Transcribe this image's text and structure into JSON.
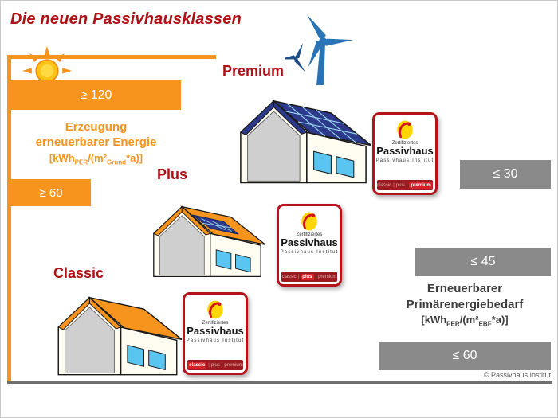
{
  "title": "Die neuen Passivhausklassen",
  "colors": {
    "accent_orange": "#f7941d",
    "accent_dark_red": "#b01116",
    "bar_gray": "#8a8a8a",
    "solar_blue": "#2d3a8c",
    "window_blue": "#5bc5f2",
    "turbine_blue": "#2a74b5"
  },
  "left_axis": {
    "bars": [
      {
        "label": "≥ 120"
      },
      {
        "label": "≥ 60"
      }
    ],
    "caption_line1": "Erzeugung",
    "caption_line2": "erneuerbarer Energie",
    "formula": {
      "pre": "[kWh",
      "sub1": "PER",
      "mid": "/(m²",
      "sub2": "Grund",
      "post": "*a)]"
    }
  },
  "right_axis": {
    "bars": [
      {
        "label": "≤ 30"
      },
      {
        "label": "≤ 45"
      },
      {
        "label": "≤ 60"
      }
    ],
    "caption_line1": "Erneuerbarer",
    "caption_line2": "Primärenergiebedarf",
    "formula": {
      "pre": "[kWh",
      "sub1": "PER",
      "mid": "/(m²",
      "sub2": "EBF",
      "post": "*a)]"
    }
  },
  "classes": [
    {
      "label": "Classic"
    },
    {
      "label": "Plus"
    },
    {
      "label": "Premium"
    }
  ],
  "seal": {
    "certified": "Zertifiziertes",
    "name": "Passivhaus",
    "institute": "Passivhaus Institut",
    "tiers": [
      "classic",
      "plus",
      "premium"
    ]
  },
  "seals": [
    {
      "active": "classic"
    },
    {
      "active": "plus"
    },
    {
      "active": "premium"
    }
  ],
  "copyright": "© Passivhaus Institut"
}
